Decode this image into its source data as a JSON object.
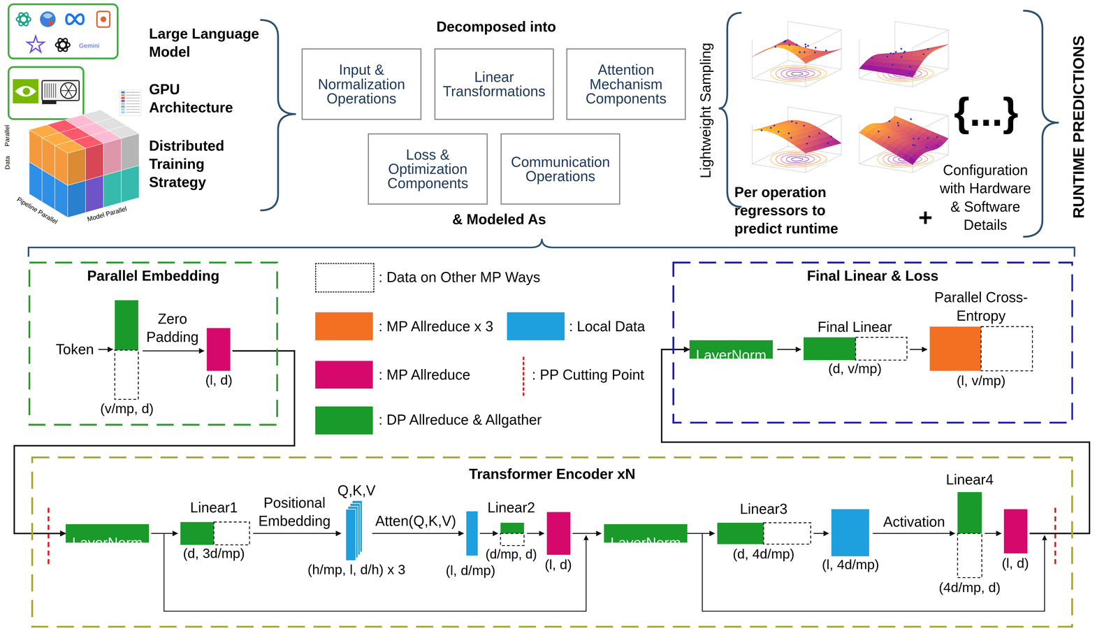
{
  "diagram": {
    "nodes": [
      {
        "text": [
          "Input & Normalization Operations"
        ]
      },
      {
        "text": [
          "Linear Transformations"
        ]
      },
      {
        "text": [
          "Attention Mechanism Components"
        ]
      },
      {
        "text": [
          "Loss & Optimization Components"
        ]
      },
      {
        "text": [
          "Communication Operations"
        ]
      },
      {
        "text": [
          "Parallel Embedding"
        ]
      },
      {
        "text": [
          "Final Linear & Loss"
        ]
      },
      {
        "text": [
          "LayerNorm"
        ],
        "in": 6
      },
      {
        "text": [
          "Transformer Encoder xN"
        ]
      },
      {
        "text": [
          "LayerNorm"
        ],
        "in": 8
      },
      {
        "text": [
          "LayerNorm"
        ],
        "in": 8
      }
    ],
    "edges": [
      {
        "from": 5,
        "to": 9,
        "arrow": "to"
      },
      {
        "from": 8,
        "to": 7,
        "arrow": "to"
      }
    ],
    "labels": [
      "Gemini",
      "Large Language Model",
      "GPU Architecture",
      "Distributed Training Strategy",
      "Parallel",
      "Data",
      "Pipeline Parallel",
      "Model Parallel",
      "Decomposed into",
      "& Modeled As",
      "Lightweight Sampling",
      "Per operation regressors to predict runtime",
      "{...}",
      "+",
      "Configuration with Hardware & Software Details",
      "RUNTIME PREDICTIONS",
      "Token",
      "Zero Padding",
      "(v/mp, d)",
      "(l, d)",
      "Final Linear",
      "(d, v/mp)",
      "Parallel Cross-Entropy",
      "(l, v/mp)",
      "Linear1",
      "(d, 3d/mp)",
      "Positional Embedding",
      "Q,K,V",
      "(h/mp, l, d/h) x 3",
      "Atten(Q,K,V)",
      "(l, d/mp)",
      "Linear2",
      "(d/mp, d)",
      "(l, d)",
      "Linear3",
      "(d, 4d/mp)",
      "(l, 4d/mp)",
      "Activation",
      "Linear4",
      "(4d/mp, d)",
      "(l, d)"
    ],
    "legend": [
      {
        "text": ": Data on Other MP Ways"
      },
      {
        "text": ": MP Allreduce x 3",
        "color": "#f36f21"
      },
      {
        "text": ": Local Data",
        "color": "#1e9fde"
      },
      {
        "text": ": MP Allreduce",
        "color": "#d6086c"
      },
      {
        "text": ": PP Cutting Point"
      },
      {
        "text": ": DP Allreduce & Allgather",
        "color": "#1a9a2a"
      }
    ]
  }
}
